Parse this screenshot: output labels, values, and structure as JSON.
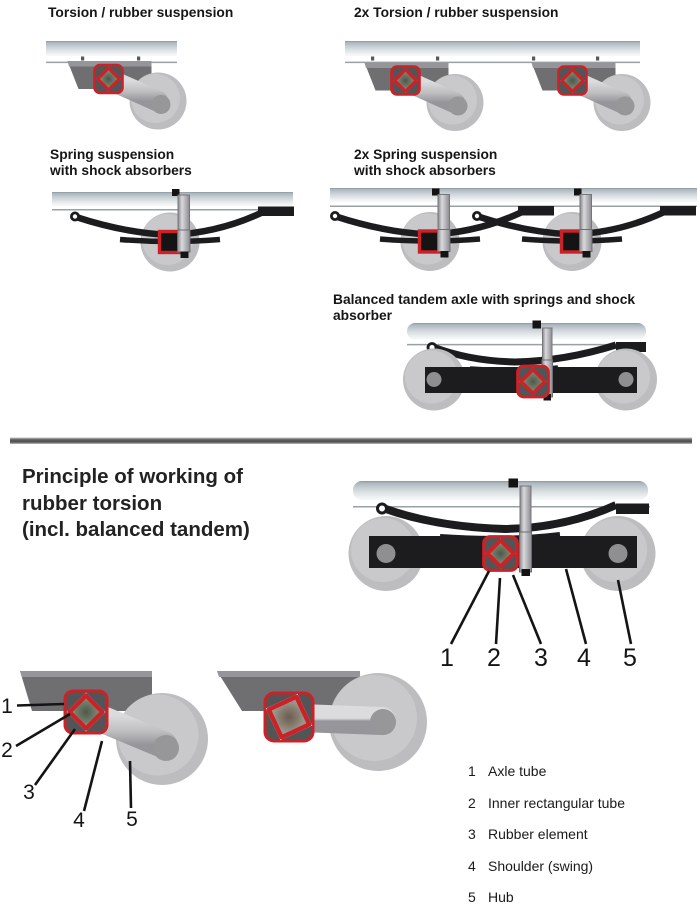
{
  "document": {
    "kind": "suspension-types-diagram-sheet",
    "background": "#ffffff"
  },
  "colors": {
    "accent_red": "#cc2127",
    "ink": "#161616",
    "steel_dark": "#6f6f71",
    "rubber_green": "#76816c",
    "spring_black": "#1c1c1e"
  },
  "figures": {
    "torsion_single": {
      "title": "Torsion / rubber suspension"
    },
    "torsion_double": {
      "title": "2x Torsion / rubber suspension"
    },
    "spring_single": {
      "title_line1": "Spring suspension",
      "title_line2": "with shock absorbers"
    },
    "spring_double": {
      "title_line1": "2x Spring suspension",
      "title_line2": "with shock absorbers"
    },
    "balanced_tandem": {
      "title": "Balanced tandem axle with springs and shock absorber"
    }
  },
  "principle": {
    "title_line1": "Principle of working of",
    "title_line2": "rubber torsion",
    "title_line3": "(incl. balanced tandem)",
    "callouts": [
      "1",
      "2",
      "3",
      "4",
      "5"
    ]
  },
  "legend": {
    "items": [
      {
        "num": "1",
        "label": "Axle tube"
      },
      {
        "num": "2",
        "label": "Inner rectangular tube"
      },
      {
        "num": "3",
        "label": "Rubber element"
      },
      {
        "num": "4",
        "label": "Shoulder (swing)"
      },
      {
        "num": "5",
        "label": "Hub"
      }
    ]
  }
}
